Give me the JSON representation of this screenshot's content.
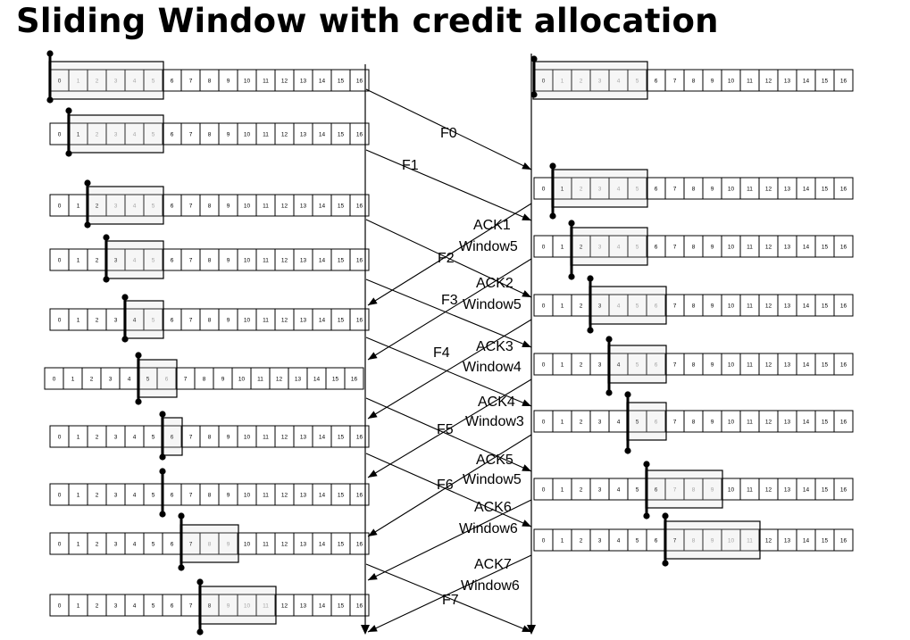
{
  "title": "Sliding Window with credit allocation",
  "frame_numbers": [
    "0",
    "1",
    "2",
    "3",
    "4",
    "5",
    "6",
    "7",
    "8",
    "9",
    "10",
    "11",
    "12",
    "13",
    "14",
    "15",
    "16"
  ],
  "sender": {
    "rows": [
      {
        "cursor": 0,
        "window": [
          0,
          5
        ]
      },
      {
        "cursor": 1,
        "window": [
          1,
          5
        ]
      },
      {
        "cursor": 2,
        "window": [
          2,
          5
        ]
      },
      {
        "cursor": 3,
        "window": [
          3,
          5
        ]
      },
      {
        "cursor": 4,
        "window": [
          4,
          5
        ]
      },
      {
        "cursor": 5,
        "window": [
          5,
          6
        ]
      },
      {
        "cursor": 6,
        "window": [
          6,
          6
        ]
      },
      {
        "cursor": 6,
        "window": null
      },
      {
        "cursor": 7,
        "window": [
          7,
          9
        ]
      },
      {
        "cursor": 8,
        "window": [
          8,
          11
        ]
      }
    ]
  },
  "receiver": {
    "rows": [
      {
        "cursor": 0,
        "window": [
          0,
          5
        ]
      },
      {
        "cursor": 1,
        "window": [
          1,
          5
        ]
      },
      {
        "cursor": 2,
        "window": [
          2,
          5
        ]
      },
      {
        "cursor": 3,
        "window": [
          3,
          6
        ]
      },
      {
        "cursor": 4,
        "window": [
          4,
          6
        ]
      },
      {
        "cursor": 5,
        "window": [
          5,
          6
        ]
      },
      {
        "cursor": 6,
        "window": [
          6,
          9
        ]
      },
      {
        "cursor": 7,
        "window": [
          7,
          11
        ]
      }
    ]
  },
  "messages": {
    "frames": [
      "F0",
      "F1",
      "F2",
      "F3",
      "F4",
      "F5",
      "F6",
      "F7"
    ],
    "acks": [
      {
        "ack": "ACK1",
        "window": "Window5"
      },
      {
        "ack": "ACK2",
        "window": "Window5"
      },
      {
        "ack": "ACK3",
        "window": "Window4"
      },
      {
        "ack": "ACK4",
        "window": "Window3"
      },
      {
        "ack": "ACK5",
        "window": "Window5"
      },
      {
        "ack": "ACK6",
        "window": "Window6"
      },
      {
        "ack": "ACK7",
        "window": "Window6"
      }
    ]
  }
}
